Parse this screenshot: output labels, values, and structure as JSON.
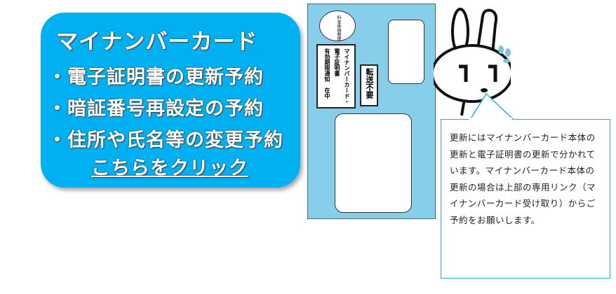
{
  "banner": {
    "title": "マイナンバーカード",
    "items": [
      "・電子証明書の更新予約",
      "・暗証番号再設定の予約",
      "・住所や氏名等の変更予約"
    ],
    "link": "こちらをクリック",
    "color": "#00b0f0"
  },
  "envelope": {
    "stamp": "料金後納郵便",
    "address_lines": [
      "マイナンバーカード・",
      "電子証明書",
      "有効期限通知　在中"
    ],
    "forward": "転送不要",
    "color": "#87ceeb"
  },
  "bubble": {
    "text": "更新にはマイナンバーカード本体の更新と電子証明書の更新で分かれています。マイナンバーカード本体の更新の場合は上部の専用リンク（マイナンバーカード受け取り）からご予約をお願いします。",
    "border_color": "#29a8e0"
  }
}
